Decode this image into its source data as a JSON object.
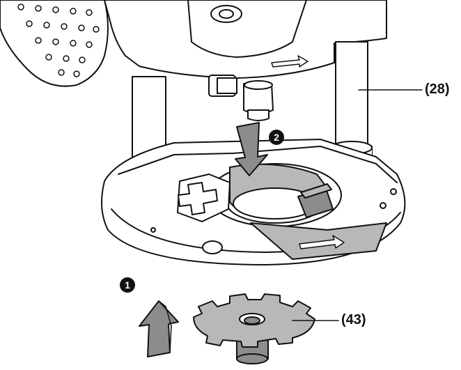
{
  "labels": {
    "guide_column": "(28)",
    "template_guide": "(43)"
  },
  "steps": {
    "first": "1",
    "second": "2"
  },
  "colors": {
    "line": "#111111",
    "fill": "#ffffff",
    "shade": "#b8b8b8",
    "dark_shade": "#8c8c8c"
  }
}
